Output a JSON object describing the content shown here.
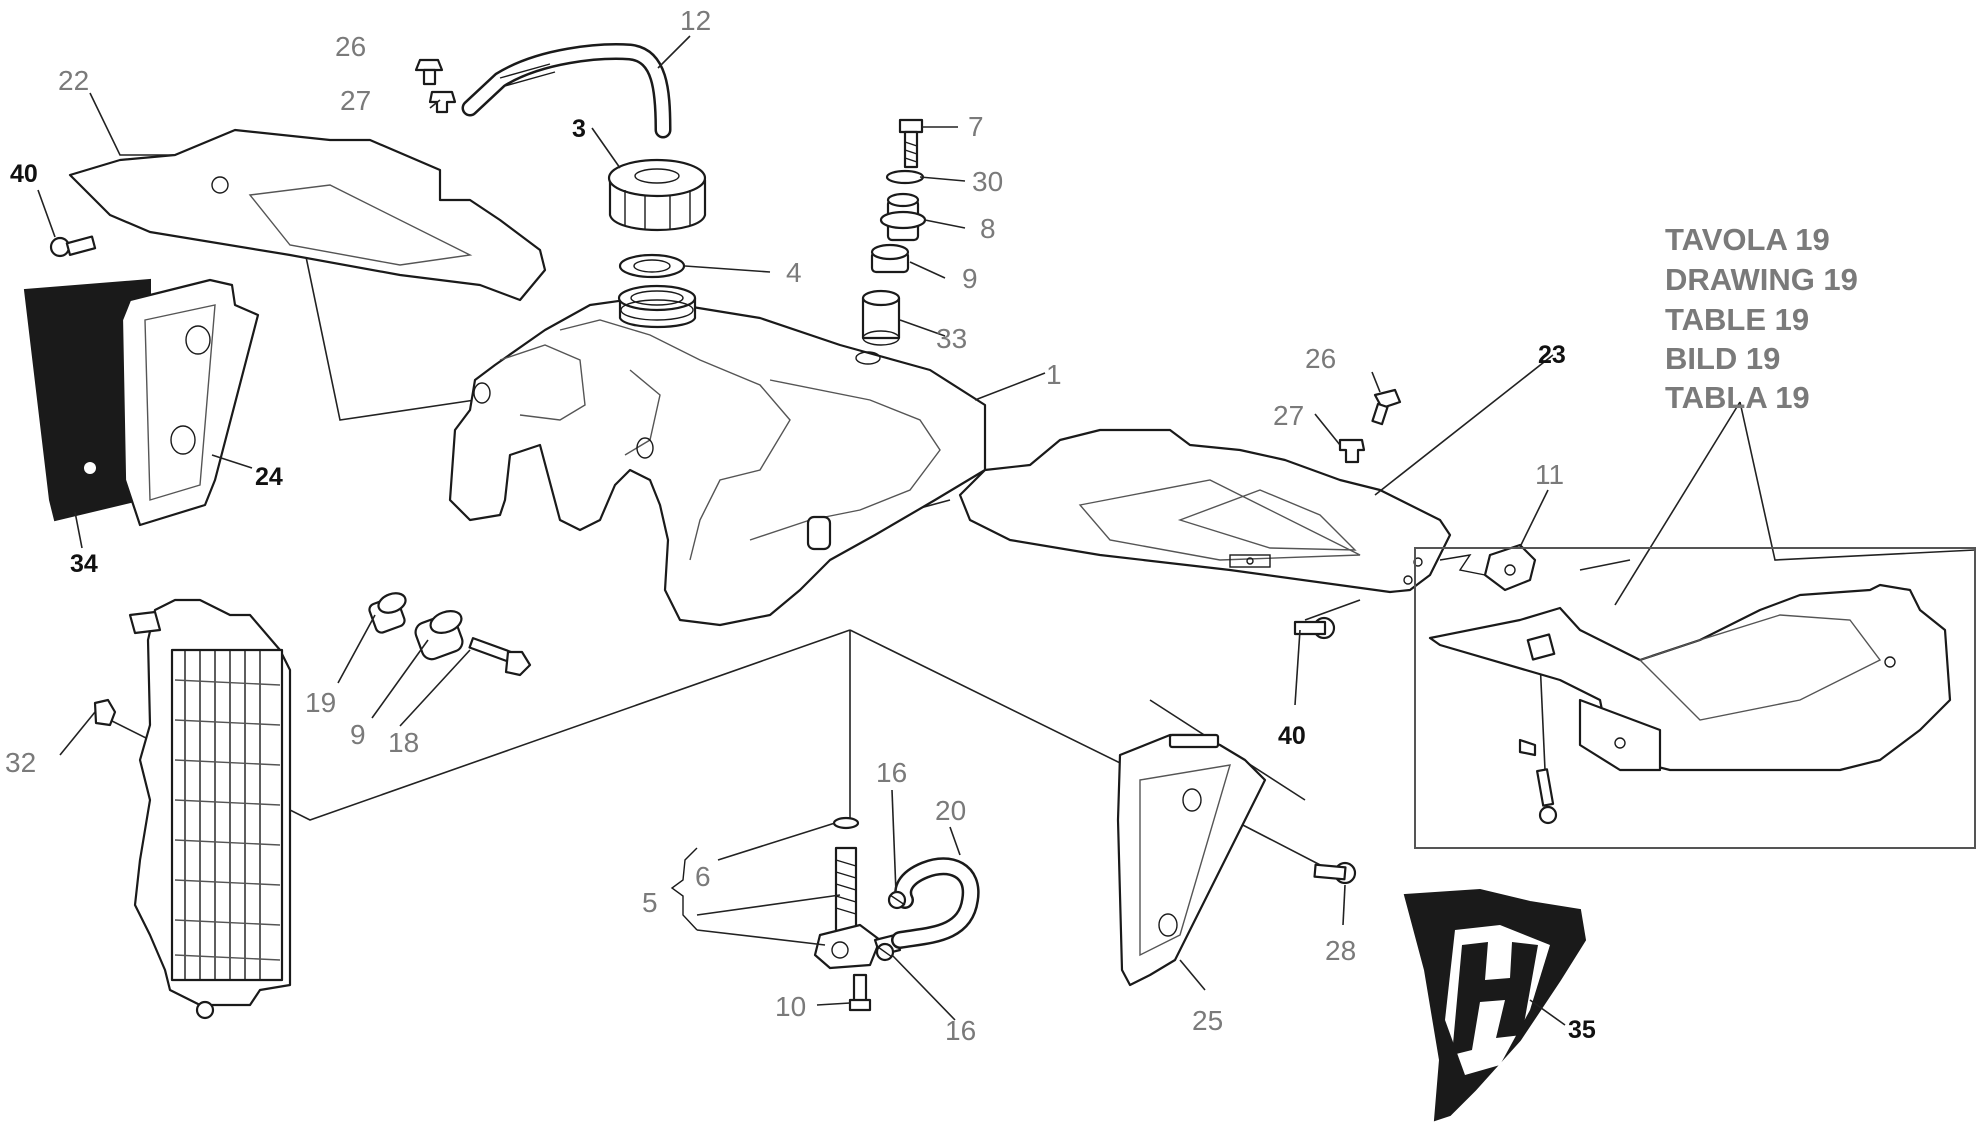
{
  "reference": {
    "lines": [
      "TAVOLA 19",
      "DRAWING 19",
      "TABLE 19",
      "BILD 19",
      "TABLA 19"
    ]
  },
  "callouts": [
    {
      "id": "c-12",
      "text": "12"
    },
    {
      "id": "c-26a",
      "text": "26"
    },
    {
      "id": "c-27a",
      "text": "27"
    },
    {
      "id": "c-22",
      "text": "22"
    },
    {
      "id": "c-40a",
      "text": "40"
    },
    {
      "id": "c-3",
      "text": "3"
    },
    {
      "id": "c-7",
      "text": "7"
    },
    {
      "id": "c-30",
      "text": "30"
    },
    {
      "id": "c-8",
      "text": "8"
    },
    {
      "id": "c-9a",
      "text": "9"
    },
    {
      "id": "c-4",
      "text": "4"
    },
    {
      "id": "c-33",
      "text": "33"
    },
    {
      "id": "c-1",
      "text": "1"
    },
    {
      "id": "c-23",
      "text": "23"
    },
    {
      "id": "c-26b",
      "text": "26"
    },
    {
      "id": "c-27b",
      "text": "27"
    },
    {
      "id": "c-11",
      "text": "11"
    },
    {
      "id": "c-24",
      "text": "24"
    },
    {
      "id": "c-34",
      "text": "34"
    },
    {
      "id": "c-19",
      "text": "19"
    },
    {
      "id": "c-9b",
      "text": "9"
    },
    {
      "id": "c-18",
      "text": "18"
    },
    {
      "id": "c-32",
      "text": "32"
    },
    {
      "id": "c-40b",
      "text": "40"
    },
    {
      "id": "c-16a",
      "text": "16"
    },
    {
      "id": "c-20",
      "text": "20"
    },
    {
      "id": "c-6",
      "text": "6"
    },
    {
      "id": "c-5",
      "text": "5"
    },
    {
      "id": "c-10",
      "text": "10"
    },
    {
      "id": "c-16b",
      "text": "16"
    },
    {
      "id": "c-25",
      "text": "25"
    },
    {
      "id": "c-28",
      "text": "28"
    },
    {
      "id": "c-35",
      "text": "35"
    }
  ],
  "colors": {
    "line": "#1a1a1a",
    "label_grey": "#7a7a7a",
    "label_black": "#111111"
  }
}
